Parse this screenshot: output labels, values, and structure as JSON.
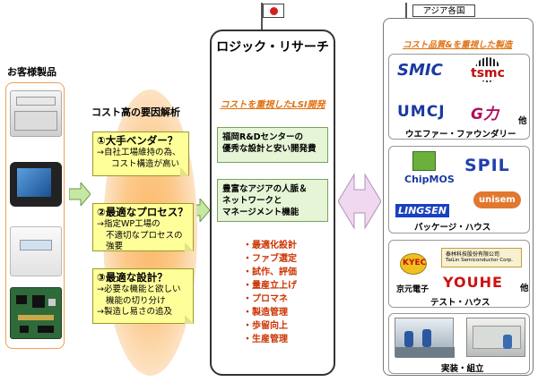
{
  "products": {
    "title": "お客様製品"
  },
  "analysis": {
    "title": "コスト高の要因解析",
    "notes": [
      {
        "heading": "①大手ベンダー？",
        "lines": [
          "→自社工場維持の為、",
          "コスト構造が高い"
        ]
      },
      {
        "heading": "②最適なプロセス？",
        "lines": [
          "→指定WP工場の",
          "不適切なプロセスの",
          "強要"
        ]
      },
      {
        "heading": "③最適な設計？",
        "lines": [
          "→必要な機能と欲しい",
          "機能の切り分け",
          "→製造し易さの追及"
        ]
      }
    ]
  },
  "center": {
    "title": "ロジック・リサーチ",
    "subtitle": "コストを重視したLSI開発",
    "box1": [
      "福岡R&Dセンターの",
      "優秀な設計と安い開発費"
    ],
    "box2": [
      "豊富なアジアの人脈＆",
      "ネットワークと",
      "マネージメント機能"
    ],
    "services": [
      "・最適化設計",
      "・ファブ選定",
      "・試作、評価",
      "・量産立上げ",
      "・プロマネ",
      "・製造管理",
      "・歩留向上",
      "・生産管理"
    ]
  },
  "right": {
    "region_label": "アジア各国",
    "subtitle": "コスト品質&を重視した製造",
    "sections": [
      {
        "label": "ウエファー・ファウンダリー",
        "logos": [
          "SMIC",
          "tsmc",
          "UMCJ",
          "G力",
          "他"
        ]
      },
      {
        "label": "パッケージ・ハウス",
        "logos": [
          "ChipMOS",
          "SPIL",
          "LINGSEN",
          "unisem"
        ]
      },
      {
        "label": "テスト・ハウス",
        "logos": [
          "KYEC",
          "京元電子",
          "泰林科技股份有限公司",
          "TaiLin Semiconductor Corp.",
          "YOUHE",
          "他"
        ]
      },
      {
        "label": "実装・組立",
        "logos": []
      }
    ]
  },
  "colors": {
    "accent": "#e07010",
    "note": "#ffff9a",
    "green_box": "#e6f5d6",
    "service": "#cc3300"
  }
}
